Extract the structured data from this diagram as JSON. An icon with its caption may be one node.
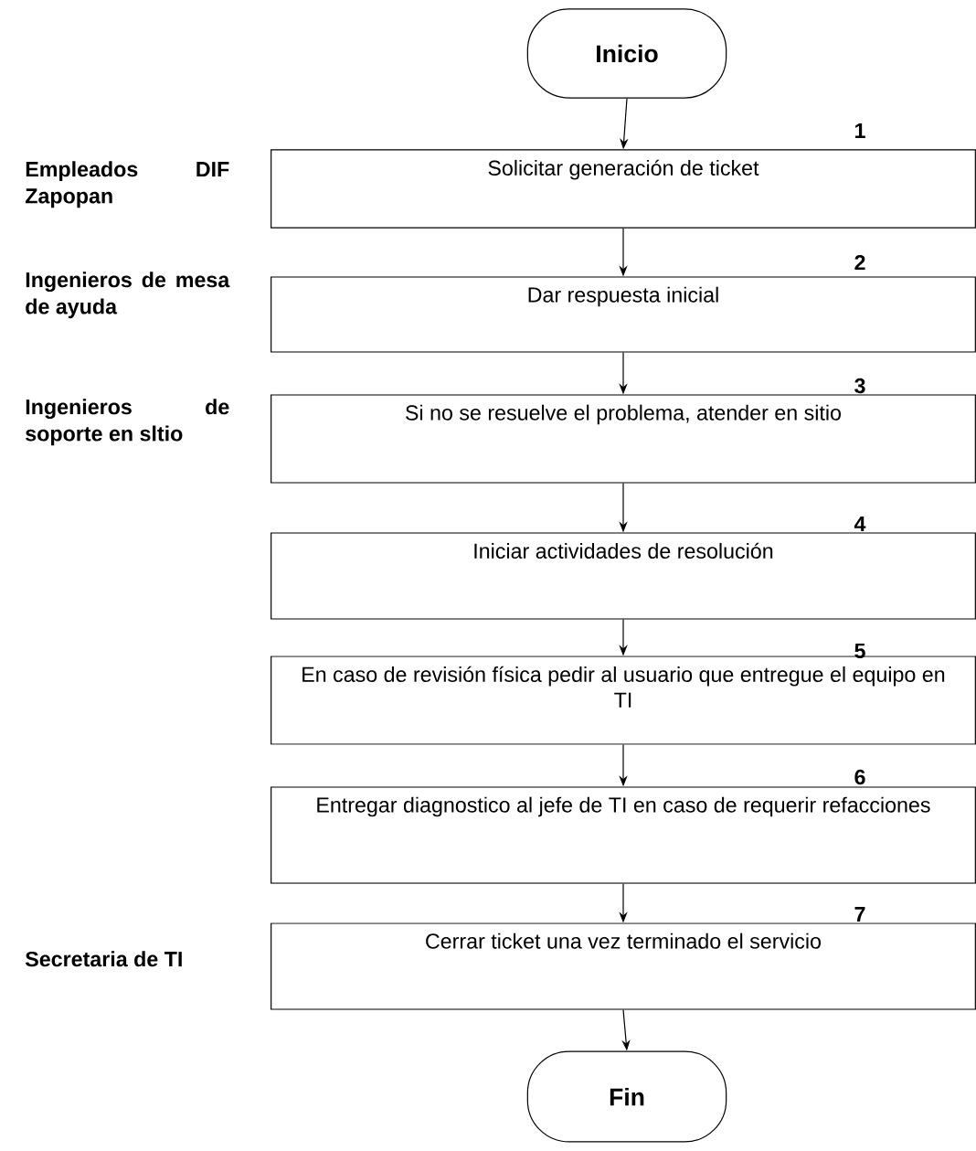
{
  "diagram": {
    "nodes": [
      {
        "text": [
          "Inicio"
        ]
      },
      {
        "text": [
          "Solicitar generación de ticket"
        ],
        "beside": [
          "1"
        ]
      },
      {
        "text": [
          "Dar respuesta inicial"
        ],
        "beside": [
          "2"
        ]
      },
      {
        "text": [
          "Si no se resuelve el problema, atender en sitio"
        ],
        "beside": [
          "3"
        ]
      },
      {
        "text": [
          "Iniciar actividades de resolución"
        ],
        "beside": [
          "4"
        ]
      },
      {
        "text": [
          "En caso de revisión física pedir al usuario que entregue el equipo en TI"
        ],
        "beside": [
          "5"
        ]
      },
      {
        "text": [
          "Entregar diagnostico al jefe de TI en caso de requerir refacciones"
        ],
        "beside": [
          "6"
        ]
      },
      {
        "text": [
          "Cerrar ticket una vez terminado el servicio"
        ],
        "beside": [
          "7"
        ]
      },
      {
        "text": [
          "Fin"
        ]
      }
    ],
    "edges": [
      {
        "from": 0,
        "to": 1,
        "arrow": "to"
      },
      {
        "from": 1,
        "to": 2,
        "arrow": "to"
      },
      {
        "from": 2,
        "to": 3,
        "arrow": "to"
      },
      {
        "from": 3,
        "to": 4,
        "arrow": "to"
      },
      {
        "from": 4,
        "to": 5,
        "arrow": "to"
      },
      {
        "from": 5,
        "to": 6,
        "arrow": "to"
      },
      {
        "from": 6,
        "to": 7,
        "arrow": "to"
      },
      {
        "from": 7,
        "to": 8,
        "arrow": "to"
      }
    ],
    "labels": [
      "Empleados DIF Zapopan",
      "Ingenieros de mesa de ayuda",
      "Ingenieros de soporte en sltio",
      "Secretaria de TI"
    ]
  }
}
